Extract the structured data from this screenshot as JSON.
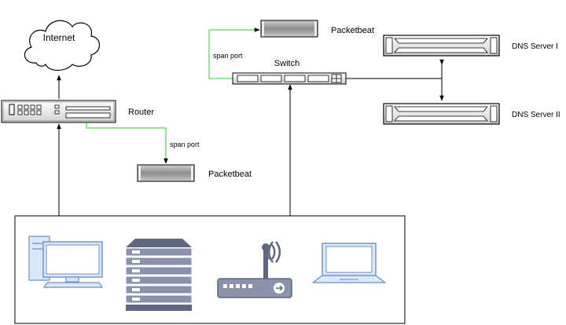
{
  "labels": {
    "internet": "Internet",
    "router": "Router",
    "switch": "Switch",
    "packetbeat_top": "Packetbeat",
    "packetbeat_bottom": "Packetbeat",
    "dns1": "DNS Server I",
    "dns2": "DNS Server II",
    "span_port_top": "span port",
    "span_port_router": "span port"
  },
  "colors": {
    "line": "#000000",
    "span": "#33cc33",
    "device_fill": "#e6e6e6",
    "device_stroke": "#000000",
    "icon_blue_fill": "#dae8fc",
    "icon_blue_stroke": "#6c8ebf",
    "icon_gray_fill": "#8a93ab",
    "icon_gray_dark": "#5d6781"
  },
  "icons": [
    "cloud-icon",
    "router-icon",
    "switch-icon",
    "server-icon",
    "desktop-icon",
    "server-rack-icon",
    "wifi-router-icon",
    "laptop-icon"
  ]
}
